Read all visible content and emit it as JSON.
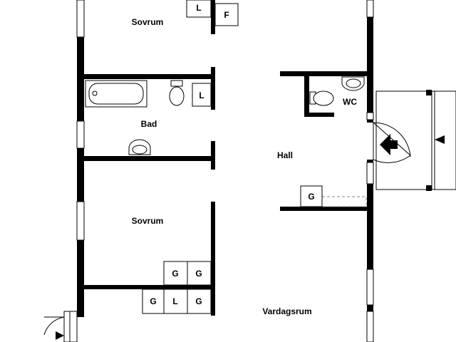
{
  "rooms": {
    "sovrum_top": "Sovrum",
    "bad": "Bad",
    "sovrum_bottom": "Sovrum",
    "hall": "Hall",
    "wc": "WC",
    "vardagsrum": "Vardagsrum"
  },
  "cabinets": {
    "top_l": "L",
    "top_f": "F",
    "bad_l": "L",
    "hall_g": "G",
    "row1_a": "G",
    "row1_b": "G",
    "row2_a": "G",
    "row2_b": "L",
    "row2_c": "G"
  },
  "icons": {
    "entrance_arrow": "arrow-left-icon",
    "door_arrow_small": "arrow-right-icon"
  },
  "colors": {
    "wall": "#000000",
    "background": "#ffffff"
  }
}
